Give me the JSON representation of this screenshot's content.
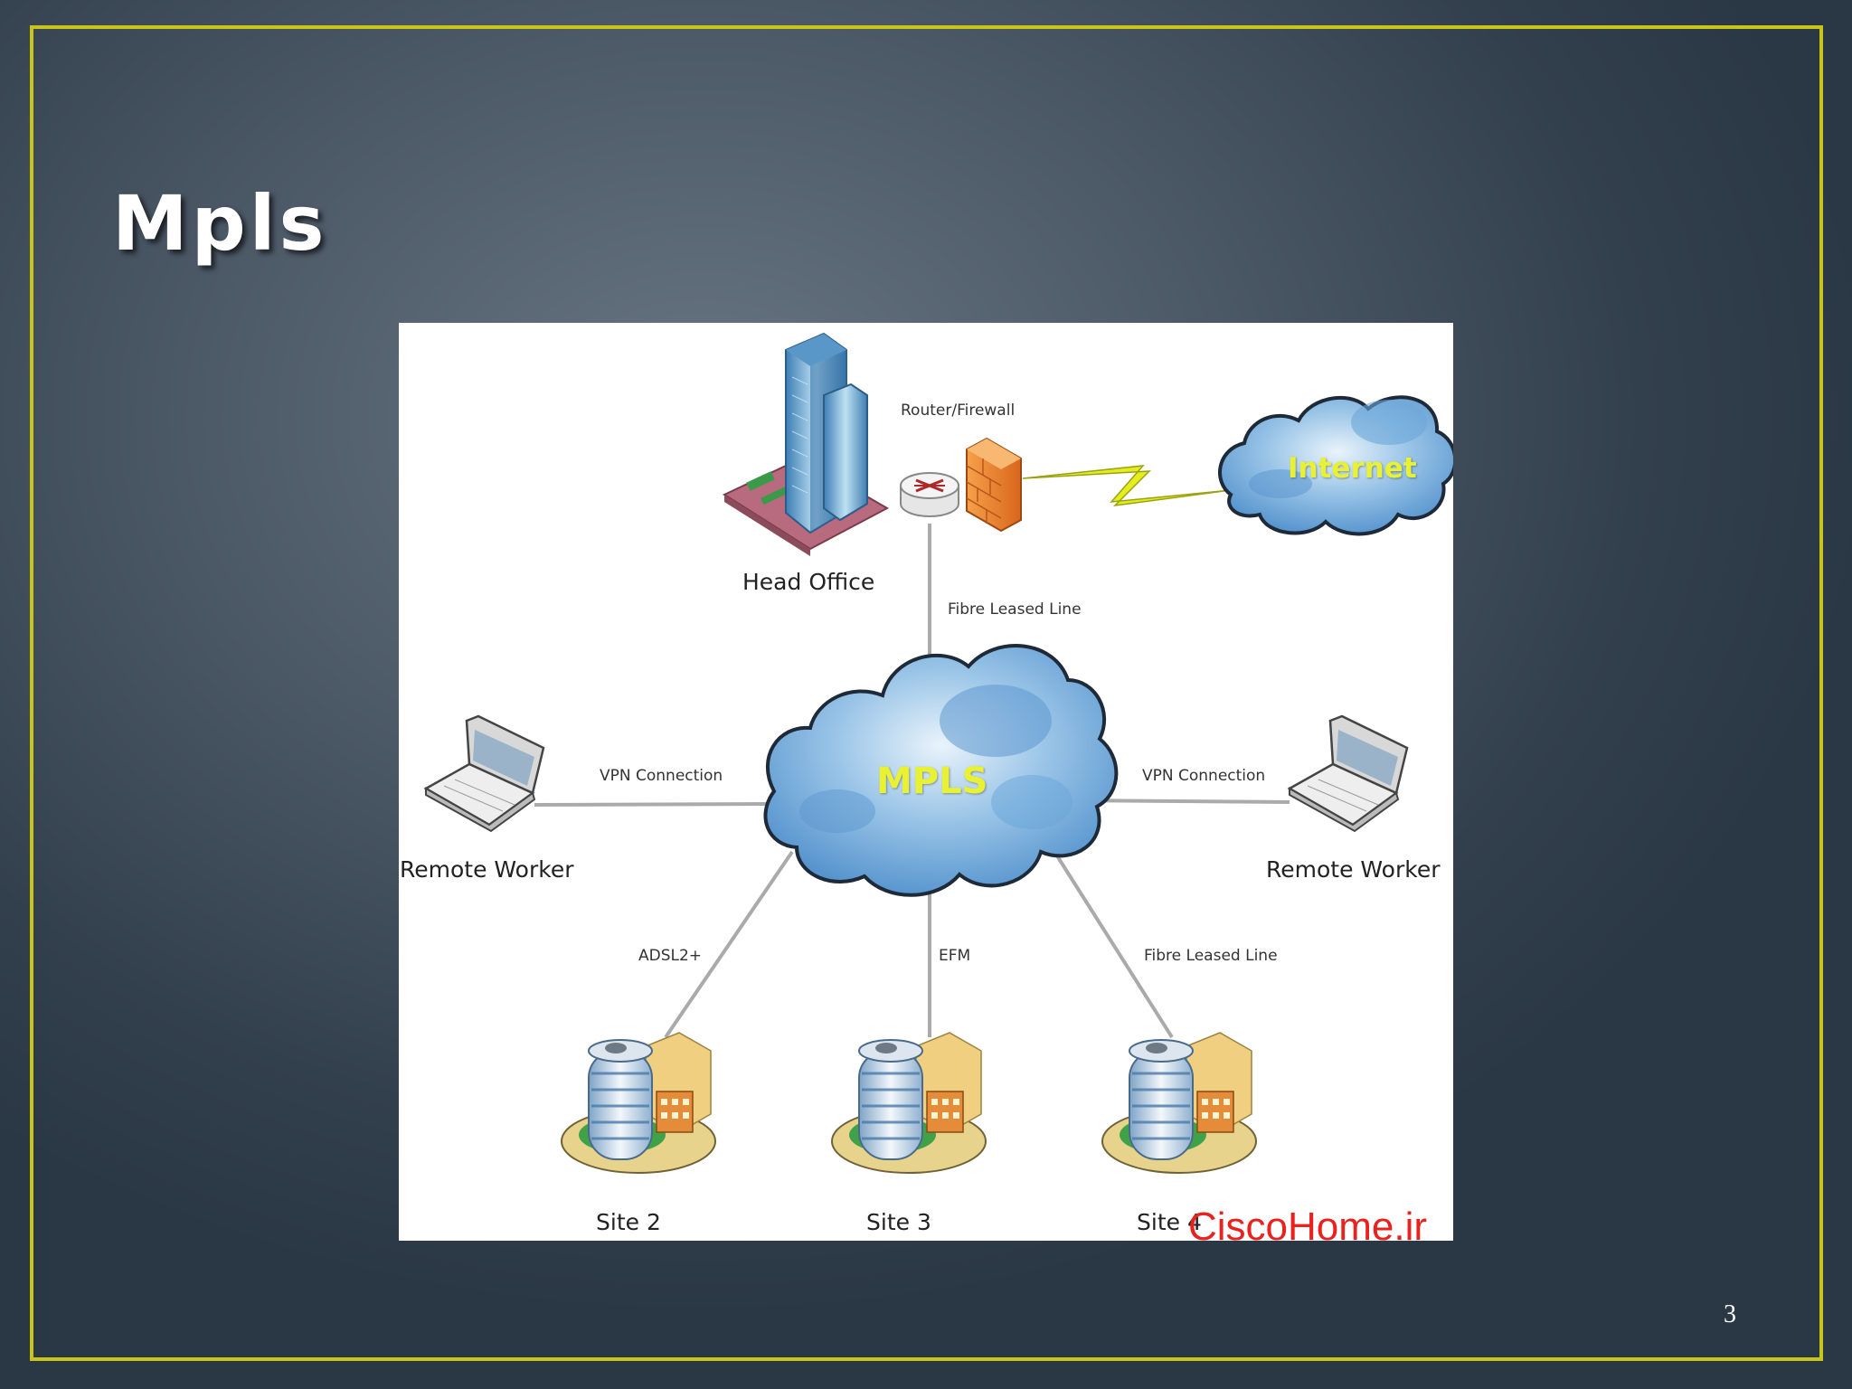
{
  "slide": {
    "title": "Mpls",
    "page_number": "3",
    "watermark": "CiscoHome.ir",
    "colors": {
      "frame": "#c8c41a",
      "cloud_text": "#e8f233",
      "watermark": "#e8231f"
    }
  },
  "diagram": {
    "nodes": {
      "head_office": "Head Office",
      "router_firewall": "Router/Firewall",
      "internet": "Internet",
      "mpls": "MPLS",
      "remote_worker_left": "Remote Worker",
      "remote_worker_right": "Remote Worker",
      "site2": "Site 2",
      "site3": "Site 3",
      "site4": "Site 4"
    },
    "links": {
      "head_office_mpls": "Fibre Leased Line",
      "vpn_left": "VPN Connection",
      "vpn_right": "VPN Connection",
      "site2": "ADSL2+",
      "site3": "EFM",
      "site4": "Fibre Leased Line"
    }
  }
}
